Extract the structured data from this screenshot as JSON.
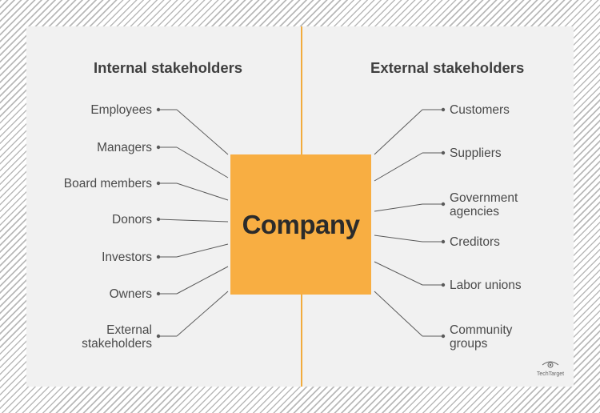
{
  "headings": {
    "internal": "Internal stakeholders",
    "external": "External stakeholders"
  },
  "center": {
    "label": "Company"
  },
  "internal_items": [
    "Employees",
    "Managers",
    "Board members",
    "Donors",
    "Investors",
    "Owners",
    "External stakeholders"
  ],
  "external_items": [
    "Customers",
    "Suppliers",
    "Government agencies",
    "Creditors",
    "Labor unions",
    "Community groups"
  ],
  "logo": {
    "text": "TechTarget",
    "icon": "eye-icon"
  },
  "colors": {
    "accent": "#f8ae42",
    "divider": "#f2ab3c",
    "panel": "#f1f1f1",
    "text": "#4a4a4a",
    "heading": "#3f3f3f"
  }
}
